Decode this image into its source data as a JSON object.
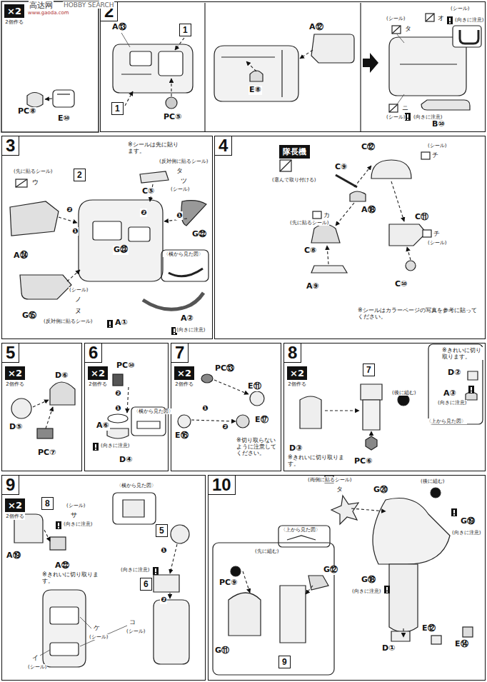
{
  "diagram": {
    "nodes": [
      {
        "text": [
          "×2",
          "2個作る"
        ]
      },
      {
        "text": [
          "2"
        ]
      },
      {
        "text": [
          "1"
        ],
        "in": 1
      },
      {
        "text": [
          "1"
        ],
        "in": 1
      },
      {
        "text": [
          "3"
        ]
      },
      {
        "text": [
          "2"
        ],
        "in": 4
      },
      {
        "text": [
          "4"
        ]
      },
      {
        "text": [
          "隊長機"
        ],
        "in": 6
      },
      {
        "text": [
          "5"
        ]
      },
      {
        "text": [
          "×2",
          "2個作る"
        ],
        "in": 8
      },
      {
        "text": [
          "6"
        ]
      },
      {
        "text": [
          "×2",
          "2個作る"
        ],
        "in": 10
      },
      {
        "text": [
          "7"
        ]
      },
      {
        "text": [
          "×2",
          "2個作る"
        ],
        "in": 12
      },
      {
        "text": [
          "8"
        ]
      },
      {
        "text": [
          "×2",
          "2個作る"
        ],
        "in": 14
      },
      {
        "text": [
          "7"
        ],
        "in": 14
      },
      {
        "text": [
          "9"
        ]
      },
      {
        "text": [
          "×2",
          "2個作る"
        ],
        "in": 17
      },
      {
        "text": [
          "8"
        ],
        "in": 17
      },
      {
        "text": [
          "5"
        ],
        "in": 17
      },
      {
        "text": [
          "6"
        ],
        "in": 17
      },
      {
        "text": [
          "10"
        ]
      },
      {
        "text": [
          "9"
        ],
        "in": 22
      }
    ],
    "labels": [
      "高达网",
      "www.gaoda.com",
      "HOBBY SEARCH",
      "PC⑧",
      "E⑩",
      "A⑬",
      "PC⑤",
      "E⑧",
      "A⑫",
      "(シール)",
      "タ",
      "(シール)",
      "オ",
      "(向きに注意)",
      "ニ",
      "(シール)",
      "(向きに注意)",
      "B⑩",
      "※シールは先に貼ります。",
      "(先に貼るシール)",
      "ウ",
      "A㉔",
      "❷",
      "❶",
      "(シール)",
      "ノ",
      "G⑮",
      "ヌ",
      "(反対側に貼るシール)",
      "(反対側に貼るシール)",
      "タ",
      "ツ",
      "(シール)",
      "C⑤",
      "❷",
      "❶",
      "G㉒",
      "G㉓",
      "〈横から見た図〉",
      "A①",
      "A②",
      "(向きに注意)",
      "(選んで取り付ける)",
      "C⑫",
      "(シール)",
      "チ",
      "C⑨",
      "(先に貼るシール)",
      "カ",
      "A⑱",
      "C⑪",
      "チ",
      "(シール)",
      "C⑧",
      "C⑩",
      "A⑨",
      "※シールはカラーページの写真を参考に貼ってください。",
      "D⑥",
      "D⑤",
      "PC⑦",
      "PC⑩",
      "❷",
      "❶",
      "A⑥",
      "(向きに注意)",
      "D④",
      "〈横から見た図〉",
      "PC⑬",
      "E⑪",
      "E⑰",
      "E⑯",
      "❶",
      "❷",
      "※切り取らないように注意してください。",
      "(後に組む)",
      "D③",
      "※きれいに切り取ります。",
      "PC⑥",
      "※きれいに切り取ります。",
      "D②",
      "A③",
      "(向きに注意)",
      "〈上から見た図〉",
      "(シール)",
      "サ",
      "(向きに注意)",
      "A⑲",
      "A㉒",
      "※きれいに切り取ります。",
      "ケ",
      "(シール)",
      "コ",
      "(シール)",
      "イ",
      "(シール)",
      "〈横から見た図〉",
      "❶",
      "(向きに注意)",
      "❷",
      "(両側に貼るシール)",
      "タ",
      "G⑳",
      "(後に組む)",
      "G⑲",
      "(向きに注意)",
      "〈上から見た図〉",
      "G⑱",
      "(向きに注意)",
      "(先に組む)",
      "PC⑨",
      "G⑫",
      "G⑪",
      "E⑫",
      "E⑭",
      "D①"
    ]
  }
}
